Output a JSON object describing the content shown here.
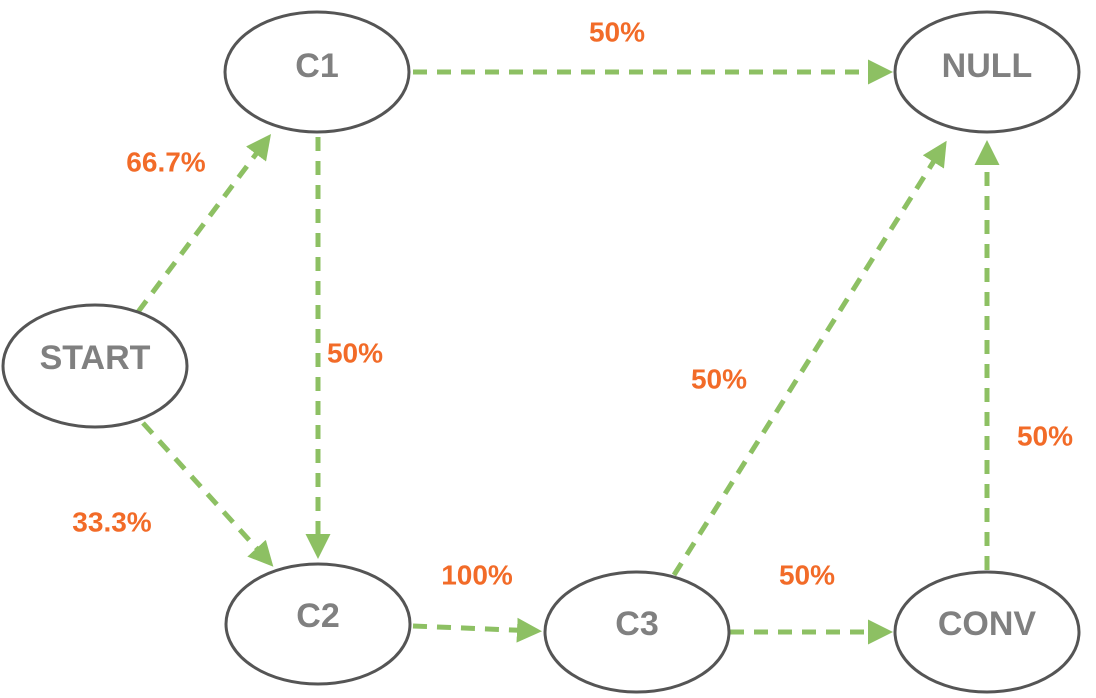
{
  "colors": {
    "node_stroke": "#555555",
    "node_text": "#808080",
    "edge": "#8dc063",
    "edge_label": "#f26b28"
  },
  "nodes": [
    {
      "id": "start",
      "label": "START"
    },
    {
      "id": "c1",
      "label": "C1"
    },
    {
      "id": "c2",
      "label": "C2"
    },
    {
      "id": "c3",
      "label": "C3"
    },
    {
      "id": "null",
      "label": "NULL"
    },
    {
      "id": "conv",
      "label": "CONV"
    }
  ],
  "edges": [
    {
      "id": "start-c1",
      "from": "START",
      "to": "C1",
      "label": "66.7%"
    },
    {
      "id": "start-c2",
      "from": "START",
      "to": "C2",
      "label": "33.3%"
    },
    {
      "id": "c1-null",
      "from": "C1",
      "to": "NULL",
      "label": "50%"
    },
    {
      "id": "c1-c2",
      "from": "C1",
      "to": "C2",
      "label": "50%"
    },
    {
      "id": "c2-c3",
      "from": "C2",
      "to": "C3",
      "label": "100%"
    },
    {
      "id": "c3-null",
      "from": "C3",
      "to": "NULL",
      "label": "50%"
    },
    {
      "id": "c3-conv",
      "from": "C3",
      "to": "CONV",
      "label": "50%"
    },
    {
      "id": "conv-null",
      "from": "CONV",
      "to": "NULL",
      "label": "50%"
    }
  ]
}
